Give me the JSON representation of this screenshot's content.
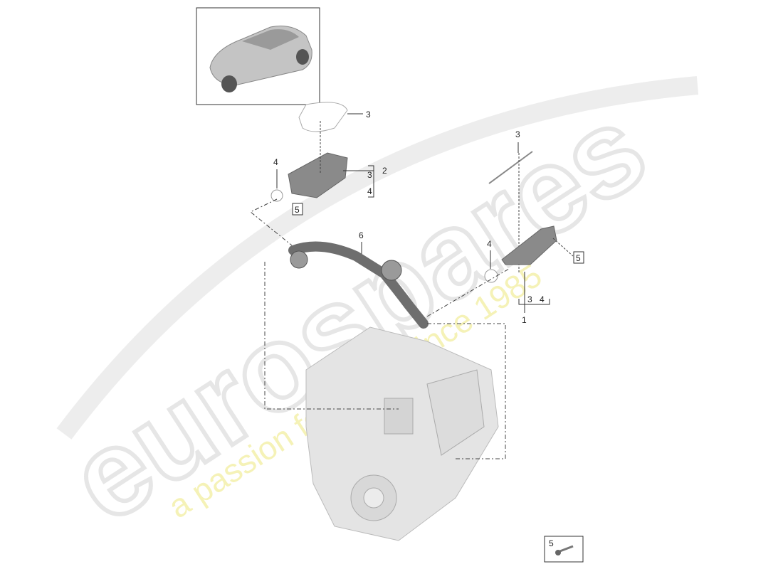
{
  "watermark": {
    "brand": "eurospares",
    "tagline": "a passion for parts since 1985",
    "brand_color": "#e8e8e8",
    "tagline_color": "#f3f0a8"
  },
  "callouts": {
    "seal_top": "3",
    "part_2": "2",
    "part_2_sub_a": "3",
    "part_2_sub_b": "4",
    "ring_left": "4",
    "box_5_left": "5",
    "hose_6": "6",
    "seal_right": "3",
    "ring_right": "4",
    "box_5_right": "5",
    "part_1_sub_a": "3",
    "part_1_sub_b": "4",
    "part_1": "1",
    "legend_5": "5"
  },
  "colors": {
    "part": "#7d7d7d",
    "line": "#333333",
    "engine": "#dcdcdc"
  }
}
